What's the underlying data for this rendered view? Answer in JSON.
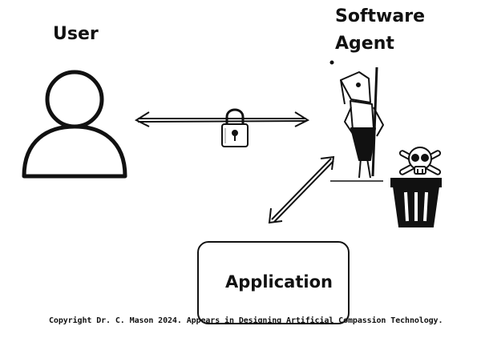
{
  "labels": {
    "user": "User",
    "agent_line1": "Software",
    "agent_line2": "Agent",
    "application": "Application"
  },
  "copyright": "Copyright Dr. C. Mason 2024. Appears in Designing Artificial Compassion Technology.",
  "icons": {
    "user": "user-silhouette-icon",
    "lock": "padlock-icon",
    "agent": "cartoon-agent-figure-icon",
    "trash": "trash-can-icon",
    "skull": "skull-crossbones-icon"
  },
  "colors": {
    "ink": "#111111",
    "background": "#ffffff"
  }
}
